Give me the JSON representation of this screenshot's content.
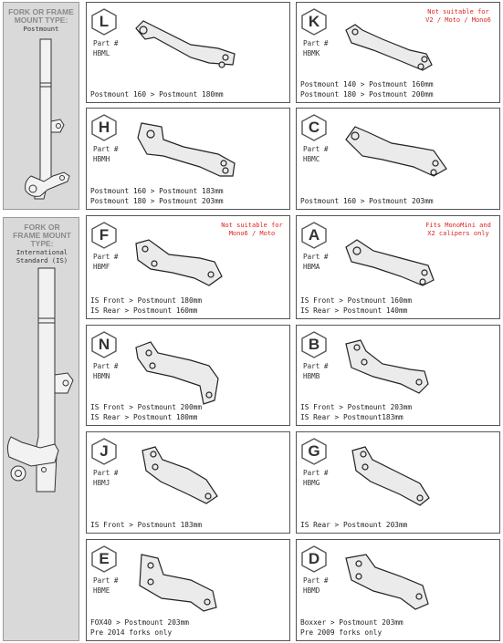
{
  "sections": [
    {
      "title": "FORK OR FRAME MOUNT TYPE:",
      "subtitle": "Postmount"
    },
    {
      "title": "FORK OR FRAME MOUNT TYPE:",
      "subtitle": "International Standard (IS)"
    }
  ],
  "part_label": "Part #",
  "cards": [
    {
      "letter": "L",
      "code": "HBML",
      "note": "",
      "lines": [
        "Postmount 160 > Postmount 180mm"
      ]
    },
    {
      "letter": "K",
      "code": "HBMK",
      "note": "Not suitable for V2 / Moto / Mono6",
      "lines": [
        "Postmount 140 > Postmount 160mm",
        "Postmount 180 > Postmount 200mm"
      ]
    },
    {
      "letter": "H",
      "code": "HBMH",
      "note": "",
      "lines": [
        "Postmount 160 > Postmount 183mm",
        "Postmount 180 > Postmount 203mm"
      ]
    },
    {
      "letter": "C",
      "code": "HBMC",
      "note": "",
      "lines": [
        "Postmount 160 > Postmount 203mm"
      ]
    },
    {
      "letter": "F",
      "code": "HBMF",
      "note": "Not suitable for Mono6 / Moto",
      "lines": [
        "IS Front > Postmount 180mm",
        "IS Rear > Postmount 160mm"
      ]
    },
    {
      "letter": "A",
      "code": "HBMA",
      "note": "Fits MonoMini and X2 calipers only",
      "lines": [
        "IS Front > Postmount 160mm",
        "IS Rear > Postmount 140mm"
      ]
    },
    {
      "letter": "N",
      "code": "HBMN",
      "note": "",
      "lines": [
        "IS Front > Postmount 200mm",
        "IS Rear > Postmount 180mm"
      ]
    },
    {
      "letter": "B",
      "code": "HBMB",
      "note": "",
      "lines": [
        "IS Front > Postmount 203mm",
        "IS Rear > Postmount183mm"
      ]
    },
    {
      "letter": "J",
      "code": "HBMJ",
      "note": "",
      "lines": [
        "IS Front > Postmount 183mm"
      ]
    },
    {
      "letter": "G",
      "code": "HBMG",
      "note": "",
      "lines": [
        "IS Rear > Postmount 203mm"
      ]
    },
    {
      "letter": "E",
      "code": "HBME",
      "note": "",
      "lines": [
        "FOX40 > Postmount 203mm",
        "Pre 2014 forks only"
      ]
    },
    {
      "letter": "D",
      "code": "HBMD",
      "note": "",
      "lines": [
        "Boxxer > Postmount 203mm",
        "Pre 2009 forks only"
      ]
    }
  ]
}
